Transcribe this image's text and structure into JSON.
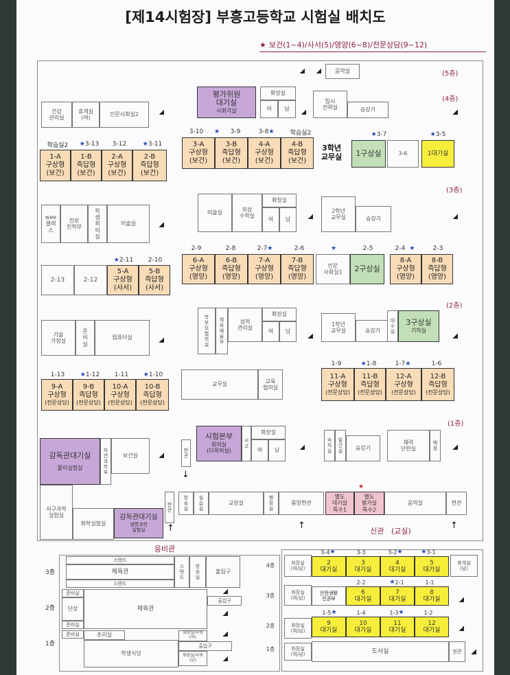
{
  "header": {
    "title": "[제14시험장] 부흥고등학교 시험실 배치도",
    "legend": "보건(1~4)/사서(5)/영양(6~8)/전문상담(9~12)",
    "legend_star": "★"
  },
  "floors": {
    "f5": "(5층)",
    "f4": "(4층)",
    "f3": "(3층)",
    "f2": "(2층)",
    "f1": "(1층)"
  },
  "main": {
    "r5": {
      "music": "음악실"
    },
    "r4top": {
      "health": "건강\n관리실",
      "lounge": "휴게실\n(여)",
      "humanities": "인문사회실2",
      "eval": "평가위원\n대기실",
      "eval_sub": "사회각실",
      "wc": "화장실",
      "wc_f": "여",
      "wc_m": "남",
      "admission": "입시\n전략실",
      "lecture": "승강기"
    },
    "r4bot": {
      "labels": [
        "학습실2",
        "3-13",
        "3-12",
        "3-11",
        "3-10",
        "3-9",
        "3-8",
        "학습실2",
        "3-7",
        "3-5"
      ],
      "rooms": [
        {
          "n": "1-A",
          "t": "구상형",
          "s": "(보건)"
        },
        {
          "n": "1-B",
          "t": "즉답형",
          "s": "(보건)"
        },
        {
          "n": "2-A",
          "t": "구상형",
          "s": "(보건)"
        },
        {
          "n": "2-B",
          "t": "즉답형",
          "s": "(보건)"
        },
        {
          "n": "3-A",
          "t": "구상형",
          "s": "(보건)"
        },
        {
          "n": "3-B",
          "t": "즉답형",
          "s": "(보건)"
        },
        {
          "n": "4-A",
          "t": "구상형",
          "s": "(보건)"
        },
        {
          "n": "4-B",
          "t": "즉답형",
          "s": "(보건)"
        }
      ],
      "office3": "3학년\n교무실",
      "prep1": "1구상실",
      "r36": "3-6",
      "wait1": "1대기실"
    },
    "r3top": {
      "wee": "wee\n클래\n스",
      "career": "진로\n진학부",
      "council": "학\n생\n회\n의\n실",
      "art": "미술실",
      "art2": "미술실",
      "math": "위상\n수학실",
      "wc": "화장실",
      "wc_f": "여",
      "wc_m": "남",
      "office2": "2학년\n교무실",
      "lecture": "승강기"
    },
    "r3bot": {
      "labels": [
        "2-11",
        "2-10",
        "2-9",
        "2-8",
        "2-7",
        "2-6",
        "2-5",
        "2-4",
        "2-3"
      ],
      "r213": "2-13",
      "r212": "2-12",
      "rooms": [
        {
          "n": "5-A",
          "t": "구상형",
          "s": "(사서)"
        },
        {
          "n": "5-B",
          "t": "즉답형",
          "s": "(사서)"
        },
        {
          "n": "6-A",
          "t": "구상형",
          "s": "(영양)"
        },
        {
          "n": "6-B",
          "t": "즉답형",
          "s": "(영양)"
        },
        {
          "n": "7-A",
          "t": "구상형",
          "s": "(영양)"
        },
        {
          "n": "7-B",
          "t": "즉답형",
          "s": "(영양)"
        },
        {
          "n": "8-A",
          "t": "구상형",
          "s": "(영양)"
        },
        {
          "n": "8-B",
          "t": "즉답형",
          "s": "(영양)"
        }
      ],
      "humanities1": "인문\n사회실1",
      "prep2": "2구상실"
    },
    "r2top": {
      "tech": "기술\n가정실",
      "prep": "준\n비\n실",
      "computer": "컴퓨터실",
      "student": "학\n부\n모\n협\n의\n실",
      "pe": "체\n육\n예\n술\n부",
      "grade": "성적\n관리실",
      "wc": "화장실",
      "wc_f": "여",
      "wc_m": "남",
      "office1": "1학년\n교무실",
      "lecture": "승강기",
      "wait": "대\n수\n실",
      "prep3": "3구상실",
      "prep3_sub": "기하실"
    },
    "r2bot": {
      "labels": [
        "1-13",
        "1-12",
        "1-11",
        "1-10",
        "1-9",
        "1-8",
        "1-7",
        "1-6"
      ],
      "rooms": [
        {
          "n": "9-A",
          "t": "구상형",
          "s": "(전문상담)"
        },
        {
          "n": "9-B",
          "t": "즉답형",
          "s": "(전문상담)"
        },
        {
          "n": "10-A",
          "t": "구상형",
          "s": "(전문상담)"
        },
        {
          "n": "10-B",
          "t": "즉답형",
          "s": "(전문상담)"
        },
        {
          "n": "11-A",
          "t": "구상형",
          "s": "(전문상담)"
        },
        {
          "n": "11-B",
          "t": "즉답형",
          "s": "(전문상담)"
        },
        {
          "n": "12-A",
          "t": "구상형",
          "s": "(전문상담)"
        },
        {
          "n": "12-B",
          "t": "즉답형",
          "s": "(전문상담)"
        }
      ],
      "office": "교무실",
      "edu": "교육\n협의실"
    },
    "r1": {
      "supervisor": "감독관대기실",
      "supervisor_sub": "물리실험실",
      "nature": "자\n연\n과\n학\n부",
      "health": "보건실",
      "entrance": "현\n관",
      "hq": "시험본부",
      "hq_sub": "회의실\n(다목적실)",
      "archive": "서\n고",
      "wc": "화장실",
      "wc_f": "여",
      "wc_m": "남",
      "night": "숙\n직\n실",
      "broadcast1": "발\n간\n실",
      "lecture": "승강기",
      "fitness": "체력\n단련실",
      "store": "매\n점",
      "earth": "지구과학\n실험실",
      "chem": "화학실험실",
      "supervisor2": "감독관대기실",
      "supervisor2_sub": "생명과학\n실험실",
      "entrance2": "현\n관",
      "broadcast": "방\n송\n실",
      "study": "실\n습\n실",
      "principal": "교장실",
      "admin": "행\n정\n실",
      "center": "중앙현관",
      "sep1": "별도\n대기실\n특수1",
      "sep2": "별도\n평가실\n특수2",
      "music": "음악실",
      "front": "현관"
    }
  },
  "annex": {
    "title": "응비관",
    "f3": "3층",
    "f2": "2층",
    "f1": "1층",
    "stand1": "스탠드",
    "gym3": "체육관",
    "stand2": "스탠드",
    "stand3": "스\n탠\n드",
    "broadcast": "방\n송\n실",
    "gate3": "출입구",
    "prep1": "준비실",
    "prep2": "준비실",
    "prep3": "준비실",
    "stage": "단상",
    "gym2": "체육관",
    "gate2": "출입구",
    "cook": "조리실",
    "cafeteria": "학생식당",
    "wc1": "화장실/샤워\n(여)",
    "gate1": "출입구",
    "wc2": "화장실/샤워\n(남)"
  },
  "new": {
    "title": "신관",
    "sub": "(교실)",
    "f4": "4층",
    "f3": "3층",
    "f2": "2층",
    "f1": "1층",
    "wc4": "화장실\n(여/남)",
    "lounge4": "휴게실\n(남)",
    "labels4": [
      "3-4",
      "3-3",
      "3-2",
      "3-1"
    ],
    "rooms4": [
      {
        "n": "2",
        "s": "대기실"
      },
      {
        "n": "3",
        "s": "대기실"
      },
      {
        "n": "4",
        "s": "대기실"
      },
      {
        "n": "5",
        "s": "대기실"
      }
    ],
    "wc3": "화장실\n(여/남)",
    "safety": "안전생활\n인권부",
    "labels3": [
      "2-2",
      "2-1",
      "1-1"
    ],
    "rooms3": [
      {
        "n": "6",
        "s": "대기실"
      },
      {
        "n": "7",
        "s": "대기실"
      },
      {
        "n": "8",
        "s": "대기실"
      }
    ],
    "wc2": "화장실\n(여/남)",
    "labels2": [
      "1-5",
      "1-4",
      "1-3",
      "1-2"
    ],
    "rooms2": [
      {
        "n": "9",
        "s": "대기실"
      },
      {
        "n": "10",
        "s": "대기실"
      },
      {
        "n": "11",
        "s": "대기실"
      },
      {
        "n": "12",
        "s": "대기실"
      }
    ],
    "wc1": "화장실\n(여/남)",
    "library": "도서실",
    "front": "현관"
  }
}
